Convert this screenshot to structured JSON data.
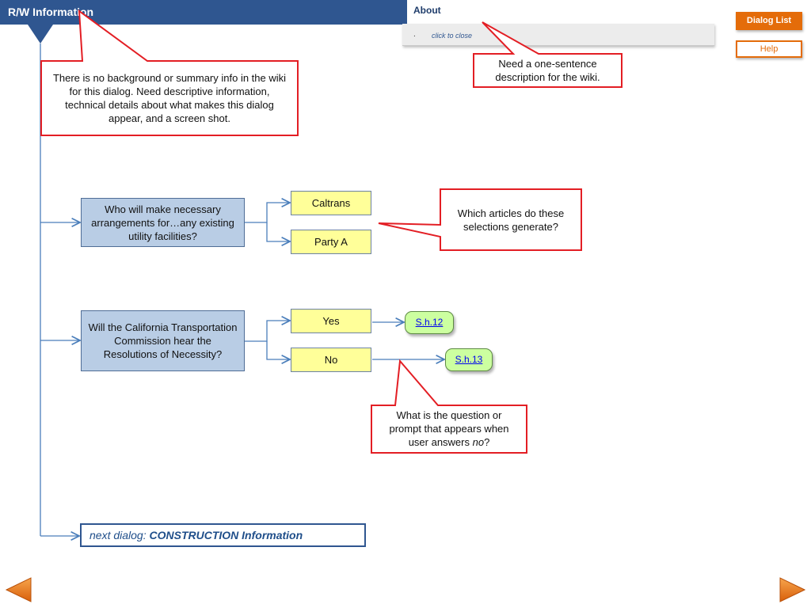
{
  "header": {
    "title": "R/W Information"
  },
  "about": {
    "title": "About",
    "dot": ".",
    "click_text": "click to close"
  },
  "buttons": {
    "dialog_list": "Dialog List",
    "help": "Help"
  },
  "notes": {
    "wiki_info": "There is no background or summary info in the wiki for this dialog. Need  descriptive information, technical details about what makes this dialog appear, and a screen shot.",
    "one_sentence": "Need a one-sentence description for the wiki.",
    "which_articles": "Which articles do these selections generate?",
    "no_prompt_pre": "What is the question or prompt that appears when user answers ",
    "no_prompt_em": "no",
    "no_prompt_post": "?"
  },
  "questions": {
    "q1": "Who will make necessary arrangements for…any existing utility facilities?",
    "q2": "Will the California Transportation Commission hear the Resolutions of Necessity?"
  },
  "answers": {
    "caltrans": "Caltrans",
    "party_a": "Party A",
    "yes": "Yes",
    "no": "No"
  },
  "refs": {
    "yes_ref": "S.h.12",
    "no_ref": "S.h.13"
  },
  "next": {
    "prefix": "next dialog: ",
    "name": "CONSTRUCTION Information"
  },
  "colors": {
    "primary": "#2f5690",
    "accent": "#e46c0a",
    "callout": "#e31e24",
    "question": "#b9cde5",
    "answer": "#ffff99",
    "reference": "#ccffa0"
  },
  "icons": {
    "prev": "left-triangle-arrow",
    "next": "right-triangle-arrow"
  }
}
